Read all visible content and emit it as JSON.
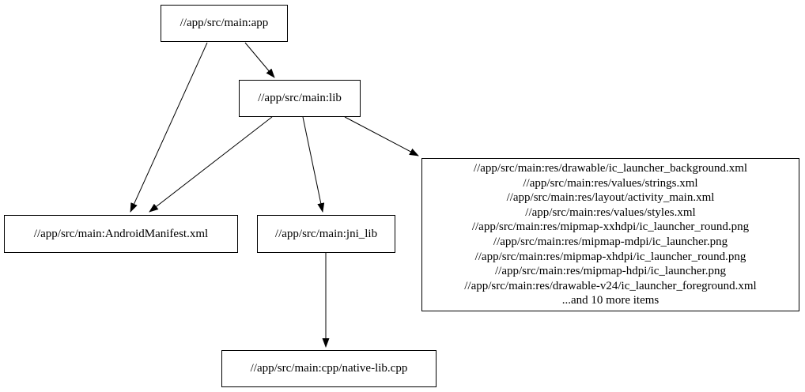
{
  "diagram": {
    "type": "dependency-graph",
    "background_color": "#ffffff",
    "node_border_color": "#000000",
    "edge_color": "#000000",
    "text_color": "#000000",
    "nodes": {
      "app": {
        "label": "//app/src/main:app"
      },
      "lib": {
        "label": "//app/src/main:lib"
      },
      "manifest": {
        "label": "//app/src/main:AndroidManifest.xml"
      },
      "jni_lib": {
        "label": "//app/src/main:jni_lib"
      },
      "res_group": {
        "lines": [
          "//app/src/main:res/drawable/ic_launcher_background.xml",
          "//app/src/main:res/values/strings.xml",
          "//app/src/main:res/layout/activity_main.xml",
          "//app/src/main:res/values/styles.xml",
          "//app/src/main:res/mipmap-xxhdpi/ic_launcher_round.png",
          "//app/src/main:res/mipmap-mdpi/ic_launcher.png",
          "//app/src/main:res/mipmap-xhdpi/ic_launcher_round.png",
          "//app/src/main:res/mipmap-hdpi/ic_launcher.png",
          "//app/src/main:res/drawable-v24/ic_launcher_foreground.xml",
          "...and 10 more items"
        ]
      },
      "native_lib": {
        "label": "//app/src/main:cpp/native-lib.cpp"
      }
    },
    "edges": [
      {
        "from": "app",
        "to": "manifest"
      },
      {
        "from": "app",
        "to": "lib"
      },
      {
        "from": "lib",
        "to": "manifest"
      },
      {
        "from": "lib",
        "to": "jni_lib"
      },
      {
        "from": "lib",
        "to": "res_group"
      },
      {
        "from": "jni_lib",
        "to": "native_lib"
      }
    ]
  }
}
